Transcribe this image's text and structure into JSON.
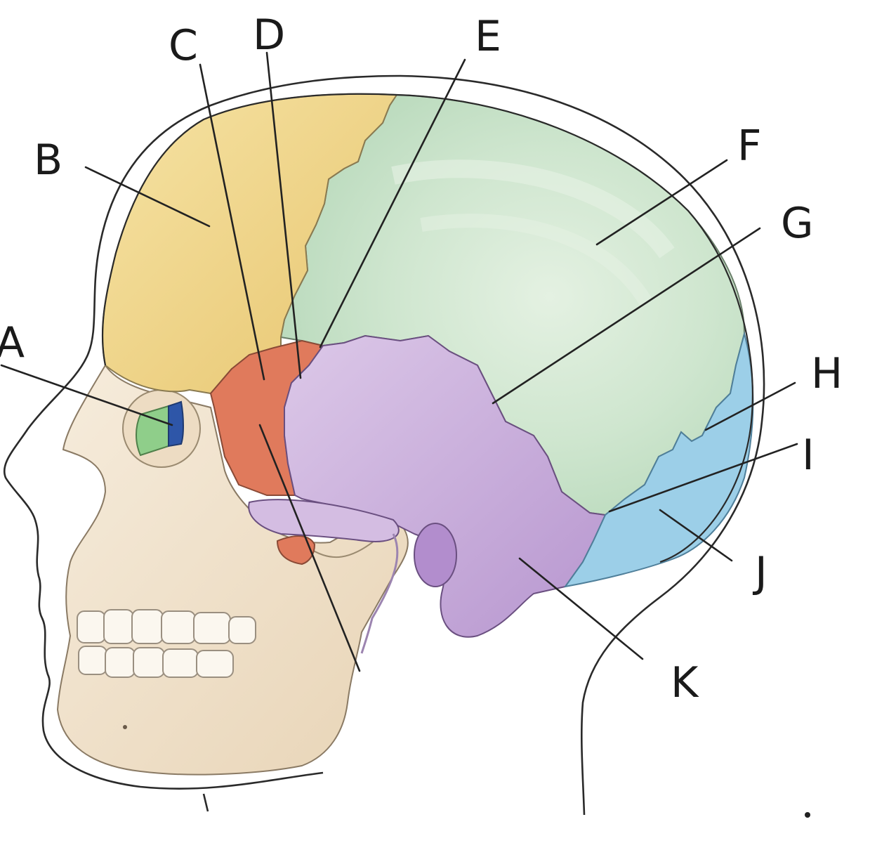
{
  "labels": {
    "A": "A",
    "B": "B",
    "C": "C",
    "D": "D",
    "E": "E",
    "F": "F",
    "G": "G",
    "H": "H",
    "I": "I",
    "J": "J",
    "K": "K"
  },
  "colors": {
    "frontal": "#f4dc93",
    "parietal": "#cfe6cf",
    "sphenoid": "#e07a5c",
    "temporal": "#cdb3dc",
    "occipital": "#9ccfe8",
    "ethmoid": "#8fce8a",
    "lacrimal": "#2e56a8",
    "face": "#f4e6d0",
    "outline": "#2a2a2a"
  }
}
